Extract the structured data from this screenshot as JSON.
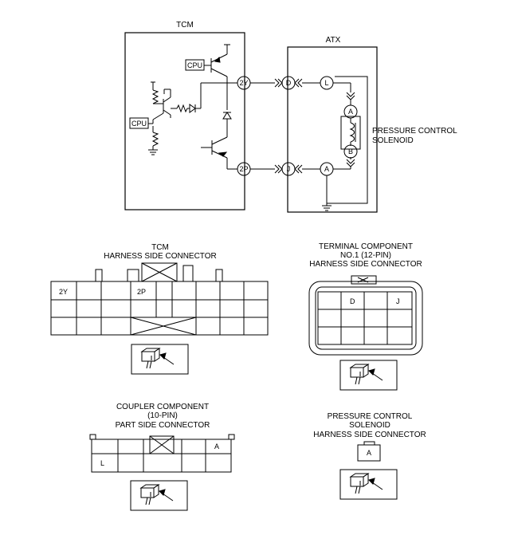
{
  "schematic": {
    "tcm_label": "TCM",
    "atx_label": "ATX",
    "cpu_top": "CPU",
    "cpu_bottom": "CPU",
    "pin_2y": "2Y",
    "pin_2p": "2P",
    "pin_d": "D",
    "pin_j": "J",
    "pin_l": "L",
    "pin_a_lower": "A",
    "sol_pin_a": "A",
    "sol_pin_b": "B",
    "solenoid_label_line1": "PRESSURE CONTROL",
    "solenoid_label_line2": "SOLENOID"
  },
  "tcm_connector": {
    "title_line1": "TCM",
    "title_line2": "HARNESS SIDE CONNECTOR",
    "cell_2y": "2Y",
    "cell_2p": "2P"
  },
  "terminal_connector": {
    "title_line1": "TERMINAL COMPONENT",
    "title_line2": "NO.1 (12-PIN)",
    "title_line3": "HARNESS SIDE CONNECTOR",
    "cell_d": "D",
    "cell_j": "J"
  },
  "coupler_connector": {
    "title_line1": "COUPLER COMPONENT",
    "title_line2": "(10-PIN)",
    "title_line3": "PART SIDE CONNECTOR",
    "cell_a": "A",
    "cell_l": "L"
  },
  "solenoid_connector": {
    "title_line1": "PRESSURE CONTROL",
    "title_line2": "SOLENOID",
    "title_line3": "HARNESS SIDE CONNECTOR",
    "cell_a": "A"
  }
}
